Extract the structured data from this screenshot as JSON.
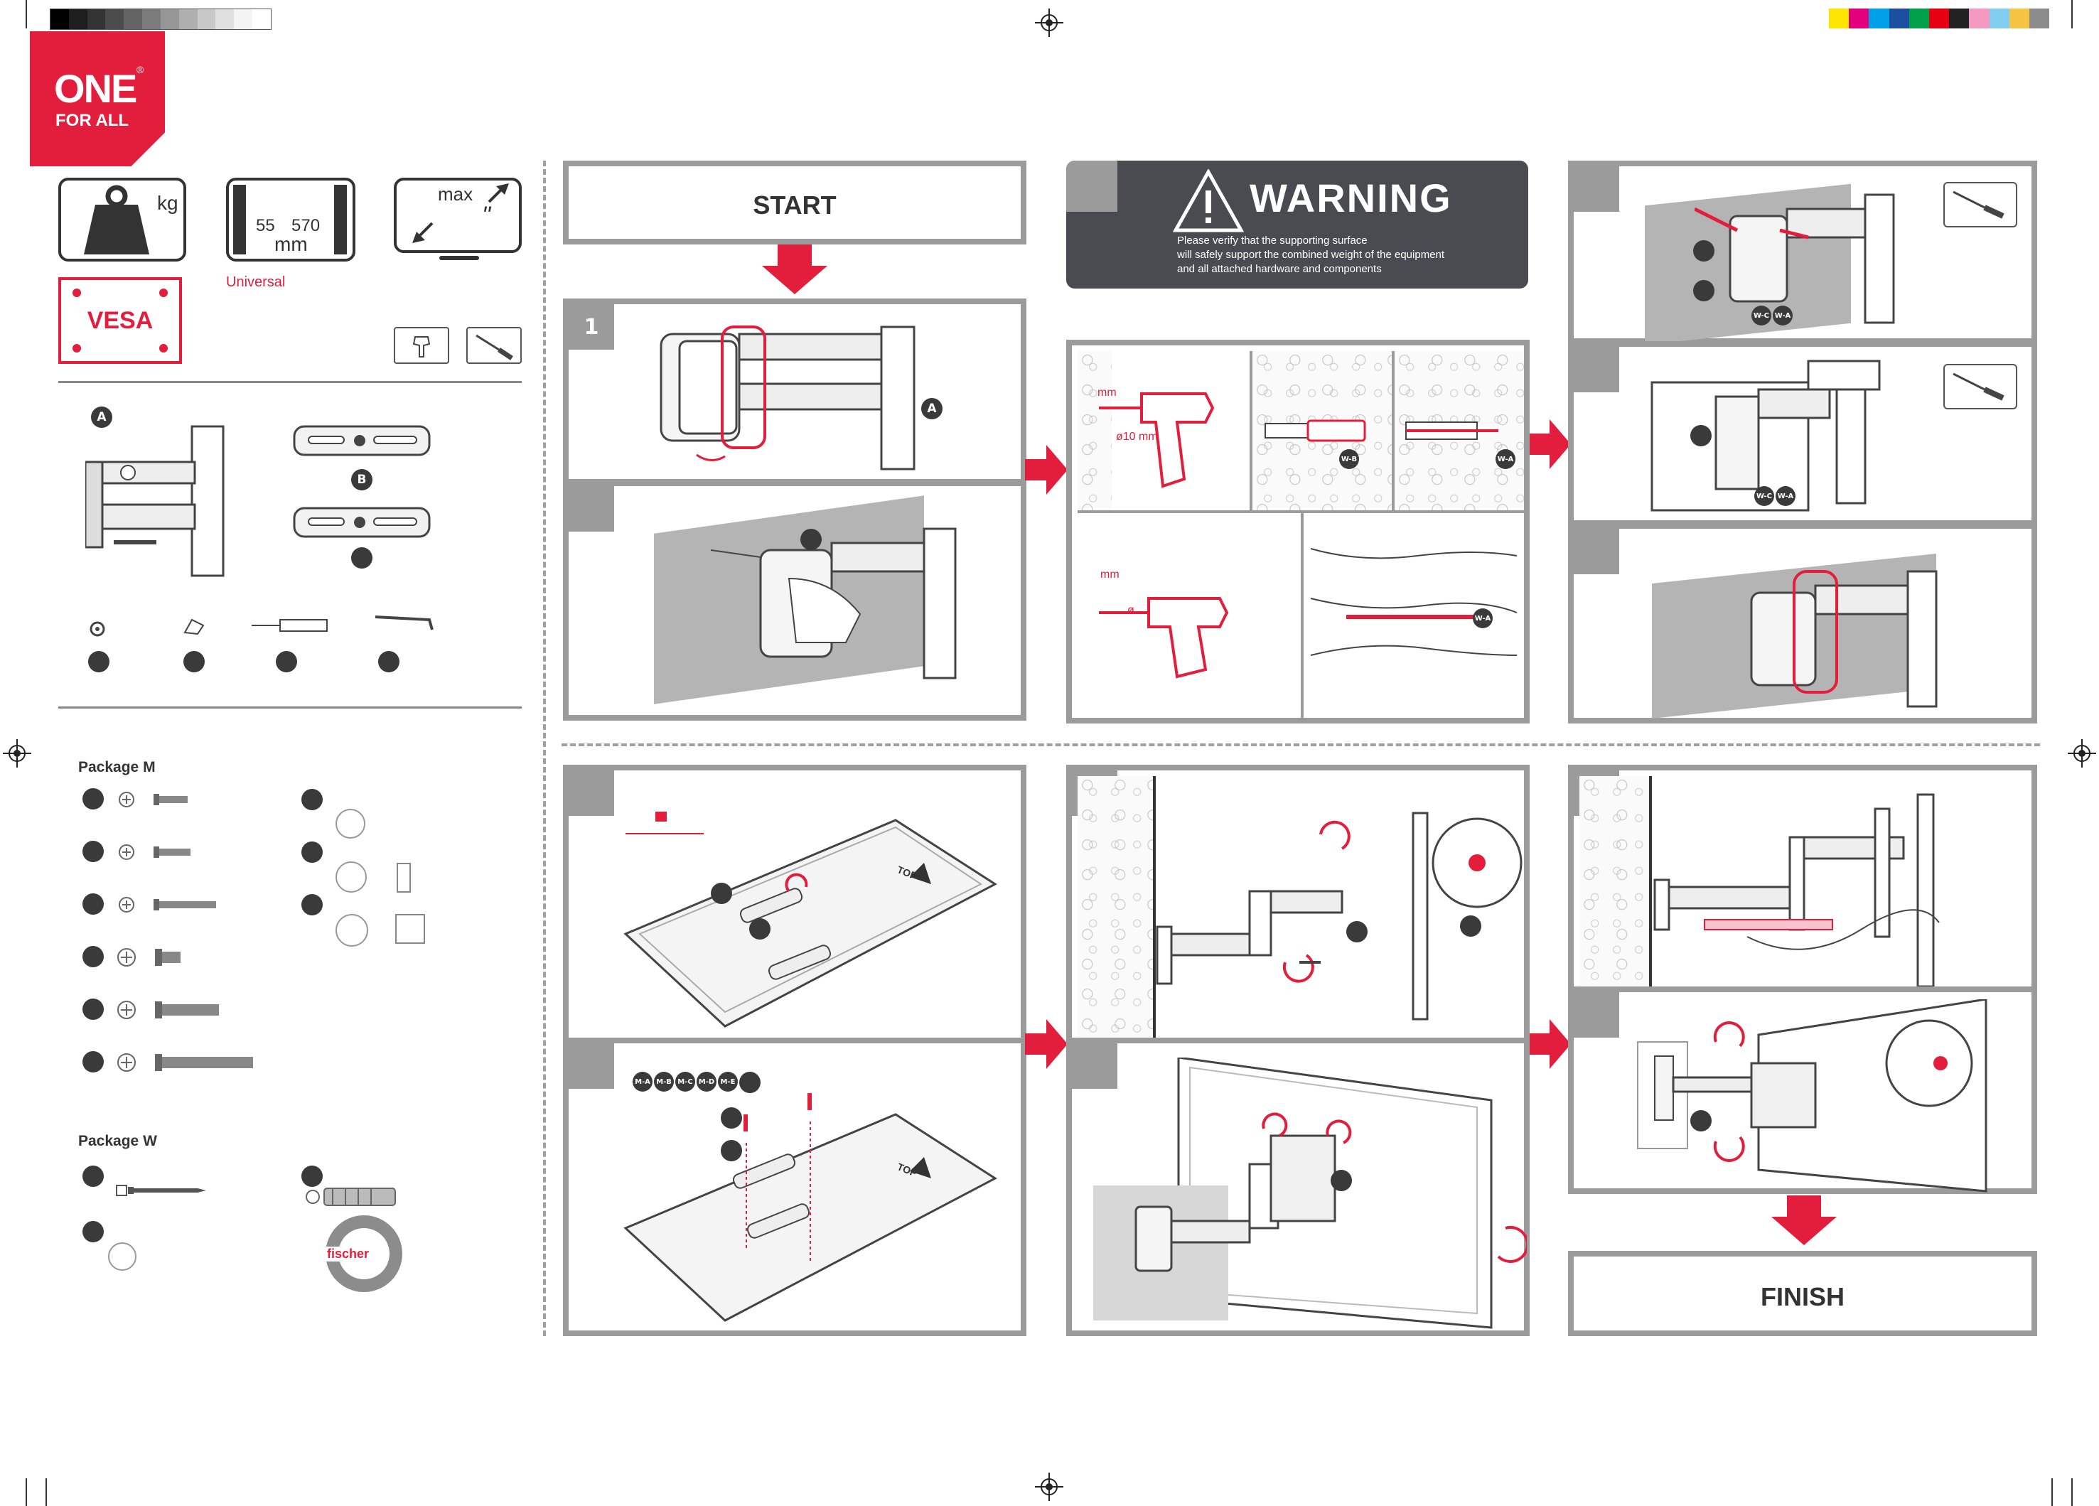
{
  "brand": {
    "line1": "ONE",
    "line2": "FOR ALL",
    "reg": "®"
  },
  "specs": {
    "weight_unit": "kg",
    "size_min": "55",
    "size_max": "570",
    "size_unit": "mm",
    "max_label": "max",
    "max_mark": "\"",
    "vesa_label": "VESA",
    "universal_label": "Universal"
  },
  "parts": {
    "a": "A",
    "b": "B"
  },
  "packages": {
    "m_title": "Package M",
    "w_title": "Package W",
    "fischer": "fischer"
  },
  "steps": {
    "start": "START",
    "finish": "FINISH",
    "step1": "1"
  },
  "warning": {
    "title": "WARNING",
    "line1": "Please verify that the supporting surface",
    "line2": "will safely support the combined weight of the equipment",
    "line3": "and all attached hardware and components"
  },
  "drill": {
    "mm": "mm",
    "dia10": "ø10 mm",
    "dia": "ø",
    "mm2": "mm"
  },
  "badges": {
    "wa": "W-A",
    "wb": "W-B",
    "wc": "W-C",
    "ma": "M-A",
    "mb": "M-B",
    "mc": "M-C",
    "md": "M-D",
    "me": "M-E",
    "top": "TOP",
    "top2": "TOP"
  },
  "colors": {
    "brand_red": "#e31d3c",
    "panel_gray": "#9b9b9b",
    "warning_bg": "#4a4b50"
  }
}
